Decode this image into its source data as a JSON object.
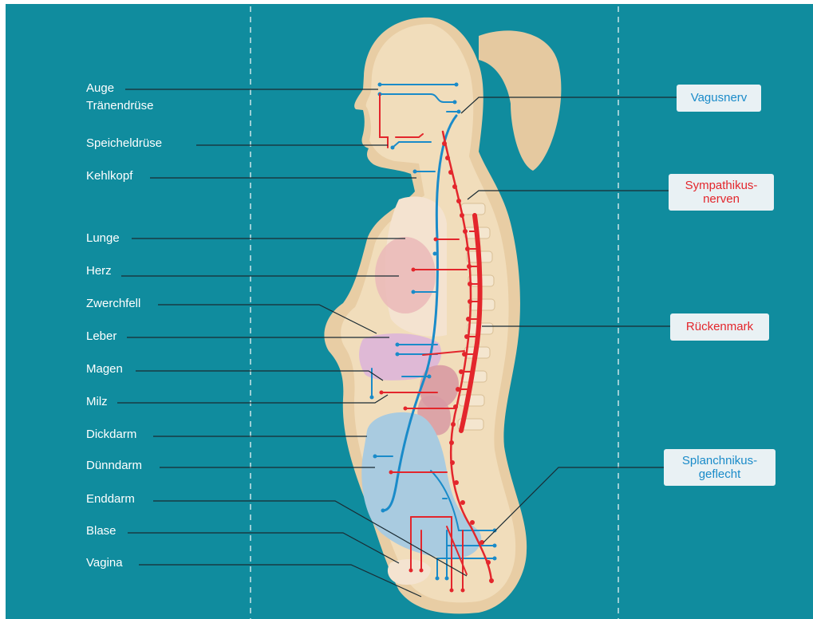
{
  "colors": {
    "background": "#108c9e",
    "body": "#f1ddbb",
    "skin": "#e5c9a0",
    "lung": "#f2cfc8",
    "heart": "#e9b3b5",
    "liver": "#dfb9d6",
    "stomach": "#d99aa3",
    "kidney": "#d99aa3",
    "intestine": "#a8cbe0",
    "vagus": "#1a8bc9",
    "sympathetic": "#e3262c",
    "leader_line": "#1a2b33",
    "label_text": "#ffffff",
    "tag_bg": "#e9f1f4"
  },
  "organs": {
    "auge": "Auge",
    "traenendruese": "Tränendrüse",
    "speicheldruese": "Speicheldrüse",
    "kehlkopf": "Kehlkopf",
    "lunge": "Lunge",
    "herz": "Herz",
    "zwerchfell": "Zwerchfell",
    "leber": "Leber",
    "magen": "Magen",
    "milz": "Milz",
    "dickdarm": "Dickdarm",
    "duenndarm": "Dünndarm",
    "enddarm": "Enddarm",
    "blase": "Blase",
    "vagina": "Vagina"
  },
  "nerves": {
    "vagus": "Vagusnerv",
    "sympathikus_1": "Sympathikus-",
    "sympathikus_2": "nerven",
    "rueckenmark": "Rückenmark",
    "splanchnikus_1": "Splanchnikus-",
    "splanchnikus_2": "geflecht"
  }
}
